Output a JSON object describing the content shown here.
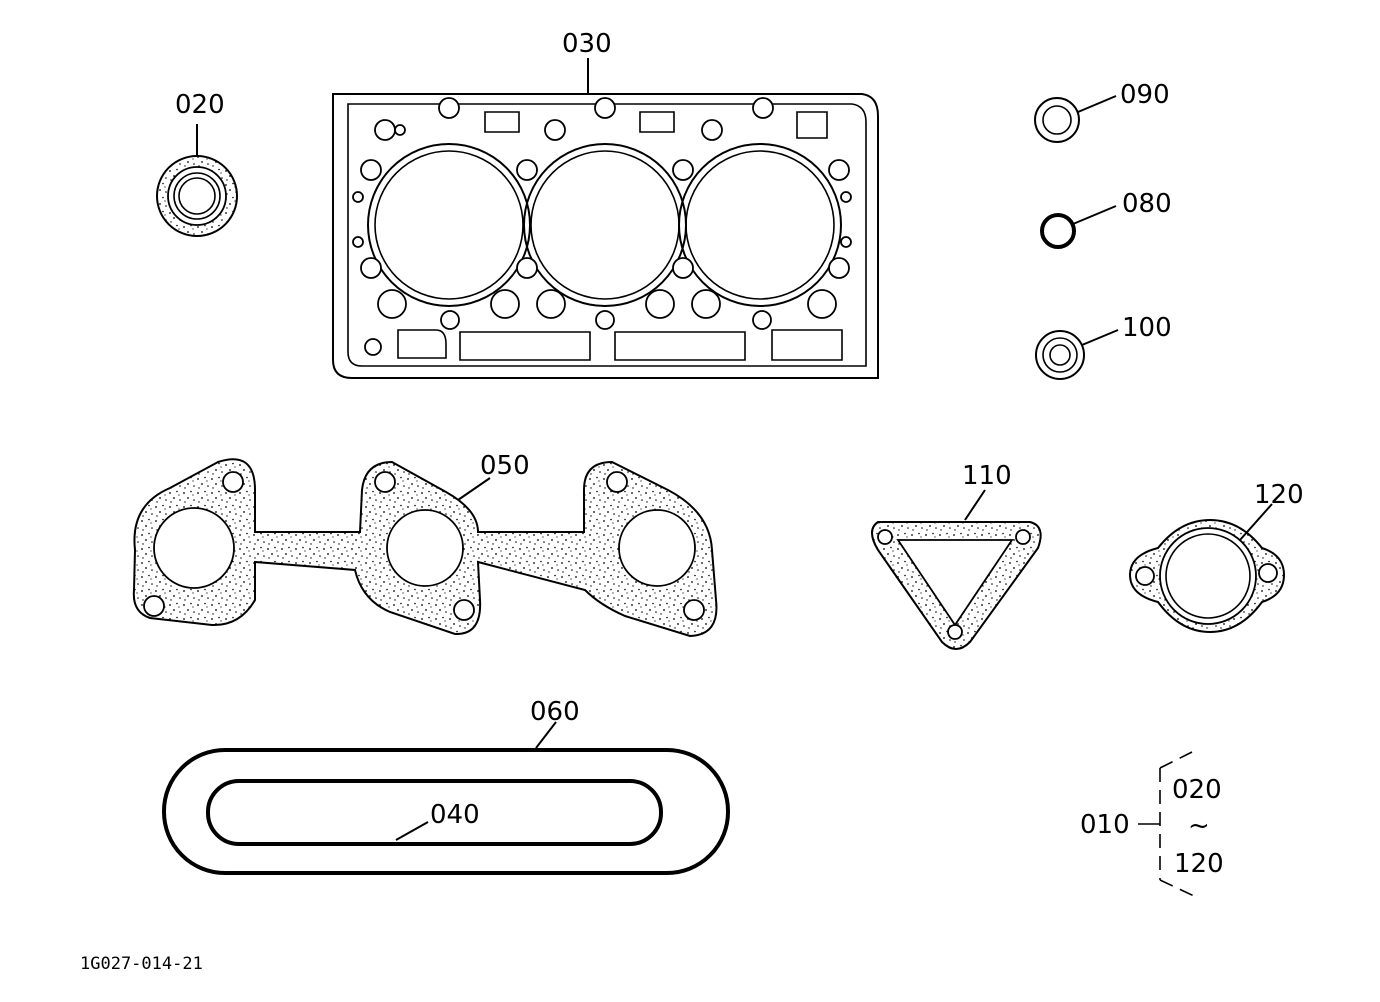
{
  "callouts": {
    "p020": "020",
    "p030": "030",
    "p090": "090",
    "p080": "080",
    "p100": "100",
    "p050": "050",
    "p110": "110",
    "p120": "120",
    "p060": "060",
    "p040": "040",
    "p010": "010"
  },
  "kit_range": {
    "from": "020",
    "to": "120",
    "tilde": "~"
  },
  "drawing_code": "1G027-014-21"
}
